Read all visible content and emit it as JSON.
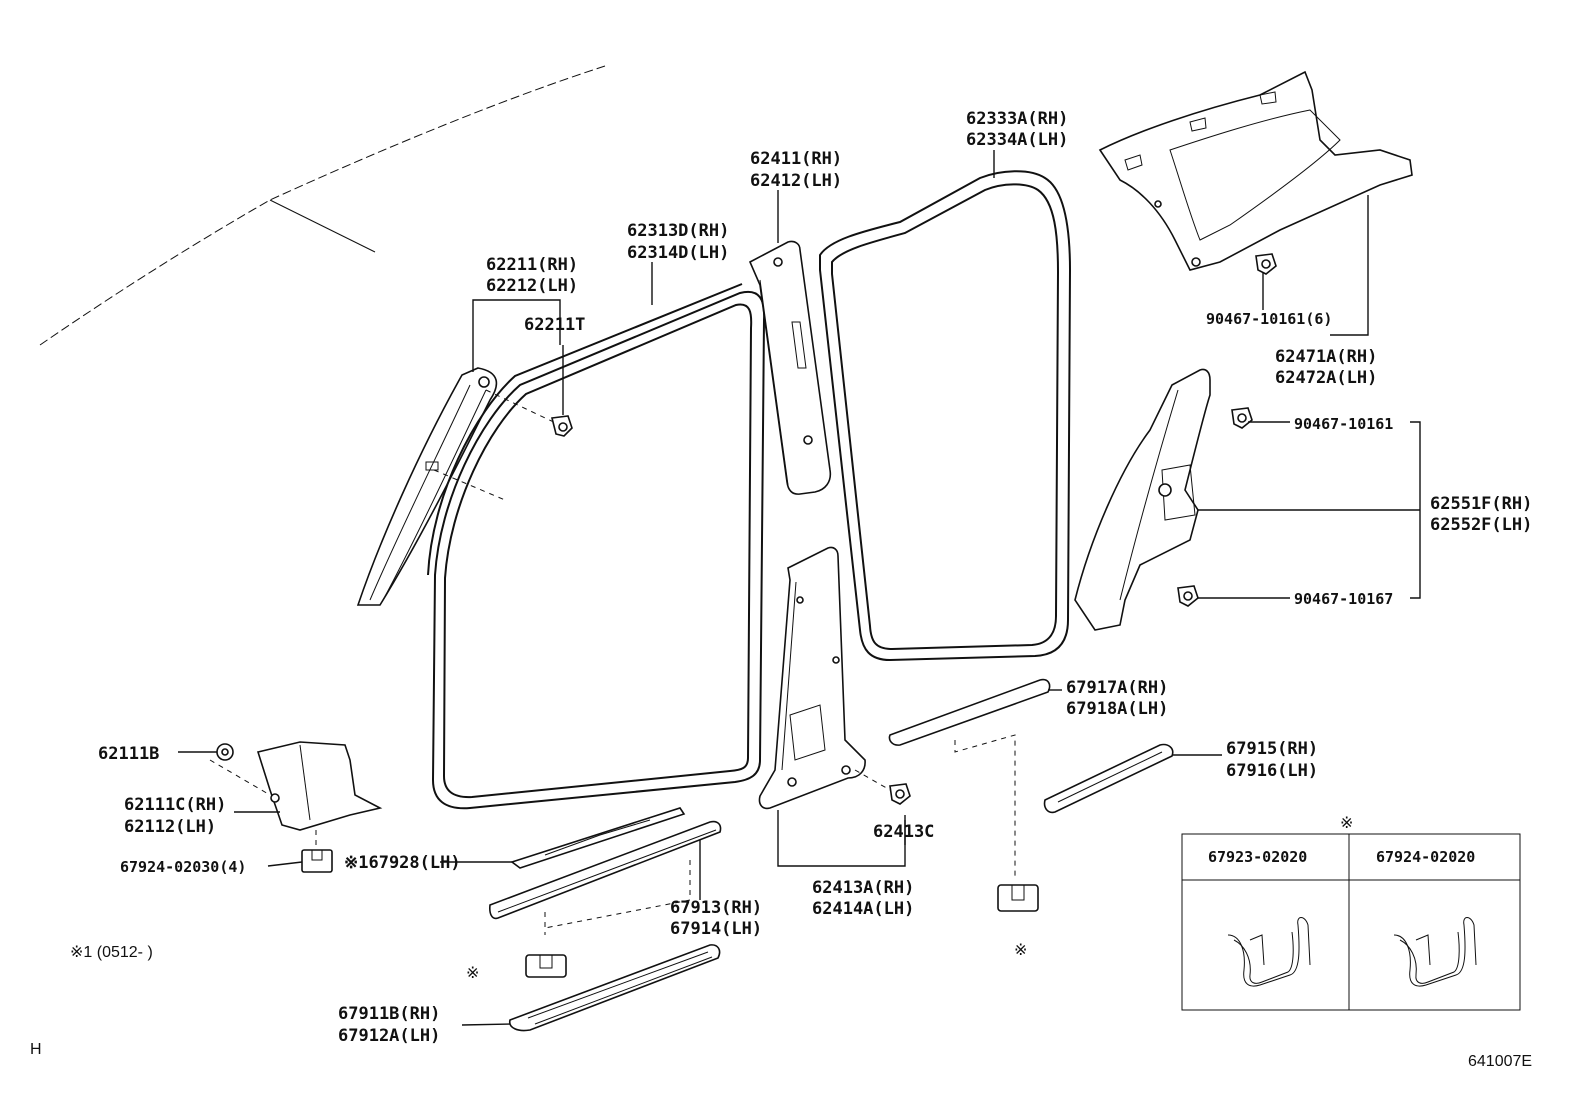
{
  "labels": {
    "p62333": [
      "62333A(RH)",
      "62334A(LH)"
    ],
    "p62411": [
      "62411(RH)",
      "62412(LH)"
    ],
    "p62313": [
      "62313D(RH)",
      "62314D(LH)"
    ],
    "p62211": [
      "62211(RH)",
      "62212(LH)"
    ],
    "p62211t": "62211T",
    "p90467_6": "90467-10161(6)",
    "p62471": [
      "62471A(RH)",
      "62472A(LH)"
    ],
    "p90467_a": "90467-10161",
    "p62551": [
      "62551F(RH)",
      "62552F(LH)"
    ],
    "p90467_b": "90467-10167",
    "p67917": [
      "67917A(RH)",
      "67918A(LH)"
    ],
    "p67915": [
      "67915(RH)",
      "67916(LH)"
    ],
    "p62111b": "62111B",
    "p62111c": [
      "62111C(RH)",
      "62112(LH)"
    ],
    "p67924_4": "67924-02030(4)",
    "p67928": "※167928(LH)",
    "p62413c": "62413C",
    "p62413a": [
      "62413A(RH)",
      "62414A(LH)"
    ],
    "p67913": [
      "67913(RH)",
      "67914(LH)"
    ],
    "p67911": [
      "67911B(RH)",
      "67912A(LH)"
    ]
  },
  "notes": {
    "footnote": "※1 (0512-     )",
    "mark": "※",
    "corner_h": "H",
    "diagram_id": "641007E"
  },
  "clip_table": {
    "mark": "※",
    "headers": [
      "67923-02020",
      "67924-02020"
    ]
  }
}
